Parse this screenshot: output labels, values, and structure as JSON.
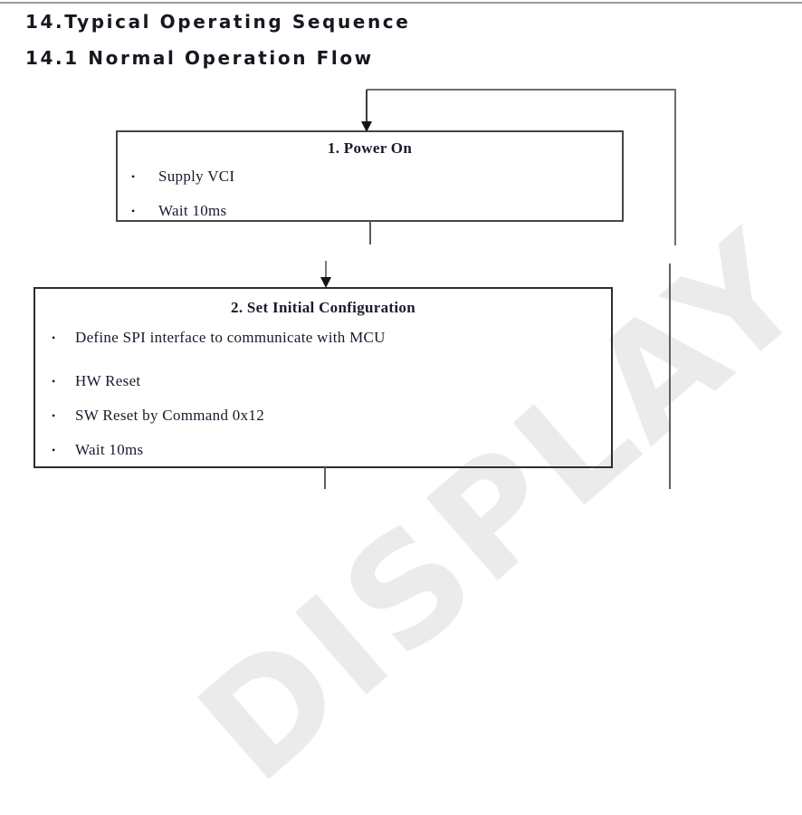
{
  "document": {
    "section_heading": "14.Typical Operating Sequence",
    "subsection_heading": "14.1 Normal Operation Flow"
  },
  "watermark": {
    "text": "DISPLAY"
  },
  "flowchart": {
    "bullet_char": "•",
    "steps": [
      {
        "title": "1. Power On",
        "bullets": [
          "Supply VCI",
          "Wait 10ms"
        ]
      },
      {
        "title": "2. Set Initial Configuration",
        "bullets": [
          "Define SPI interface to communicate with MCU",
          "HW Reset",
          "SW Reset by Command 0x12",
          "Wait 10ms"
        ]
      }
    ]
  },
  "colors": {
    "background": "#ffffff",
    "heading_text": "#17171f",
    "body_text": "#1a1a2e",
    "box_border": "#2d2d2d",
    "flow_line": "#6e6e6e",
    "arrowhead": "#141414",
    "watermark": "#ebebeb",
    "top_rule": "#9c9c9c"
  }
}
